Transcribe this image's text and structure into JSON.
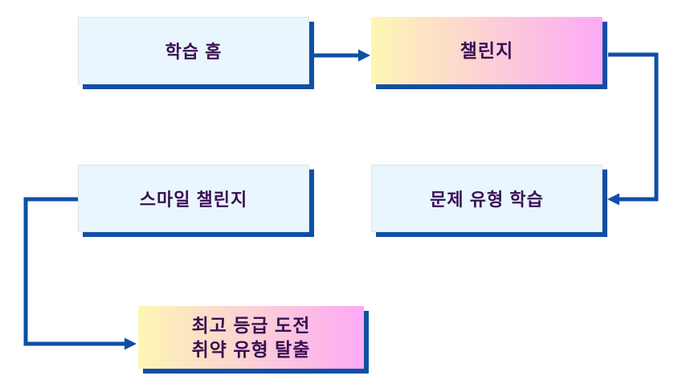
{
  "diagram": {
    "type": "flowchart",
    "nodes": {
      "learning_home": {
        "label": "학습 홈",
        "style": "plain"
      },
      "challenge": {
        "label": "챌린지",
        "style": "gradient"
      },
      "problem_type_learning": {
        "label": "문제 유형 학습",
        "style": "plain"
      },
      "smile_challenge": {
        "label": "스마일 챌린지",
        "style": "plain"
      },
      "final_goal": {
        "line1": "최고 등급 도전",
        "line2": "취약 유형 탈출",
        "style": "gradient"
      }
    },
    "edges": [
      {
        "from": "learning_home",
        "to": "challenge",
        "direction": "right"
      },
      {
        "from": "challenge",
        "to": "problem_type_learning",
        "direction": "right-down-left"
      },
      {
        "from": "problem_type_learning",
        "to": "smile_challenge",
        "direction": "left"
      },
      {
        "from": "smile_challenge",
        "to": "final_goal",
        "direction": "left-down-right"
      }
    ],
    "colors": {
      "background": "#ffffff",
      "connector": "#0f4fa5",
      "shadow": "#0f4fa5",
      "plain_box_bg": "#e9f6fd",
      "plain_box_border": "#dde2e6",
      "gradient_start": "#fdf6b4",
      "gradient_end": "#fcaaf5",
      "text": "#3a1053"
    }
  }
}
